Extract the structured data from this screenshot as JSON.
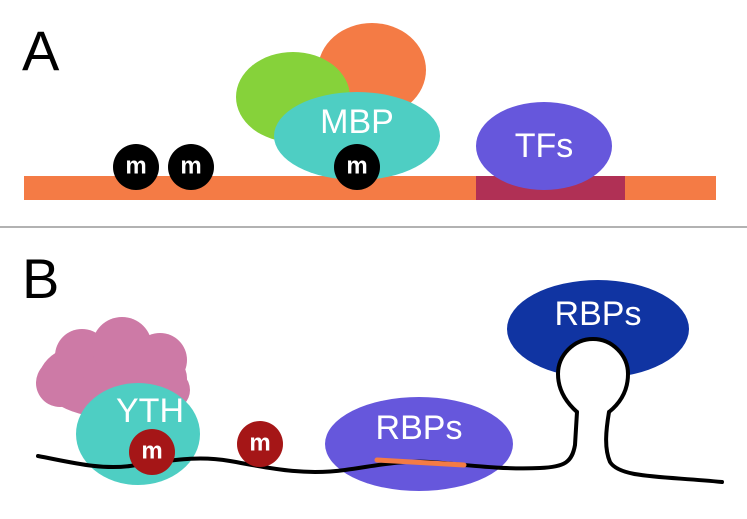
{
  "panel_a": {
    "letter": "A",
    "mbp_label": "MBP",
    "tfs_label": "TFs",
    "methyl_mark": "m"
  },
  "panel_b": {
    "letter": "B",
    "yth_label": "YTH",
    "rbps_label_1": "RBPs",
    "rbps_label_2": "RBPs",
    "methyl_mark": "m"
  },
  "colors": {
    "dna_orange": "#f47b45",
    "binding_site": "#b03055",
    "green_protein": "#86d23a",
    "mbp_teal": "#4ecec3",
    "tfs_purple": "#6657dc",
    "methyl_black": "#000000",
    "methyl_red": "#a51617",
    "pink_protein": "#cd7aa6",
    "yth_teal": "#4ecec3",
    "rbps_purple": "#6657dc",
    "rbps_navy": "#1034a2",
    "divider_gray": "#999999"
  }
}
